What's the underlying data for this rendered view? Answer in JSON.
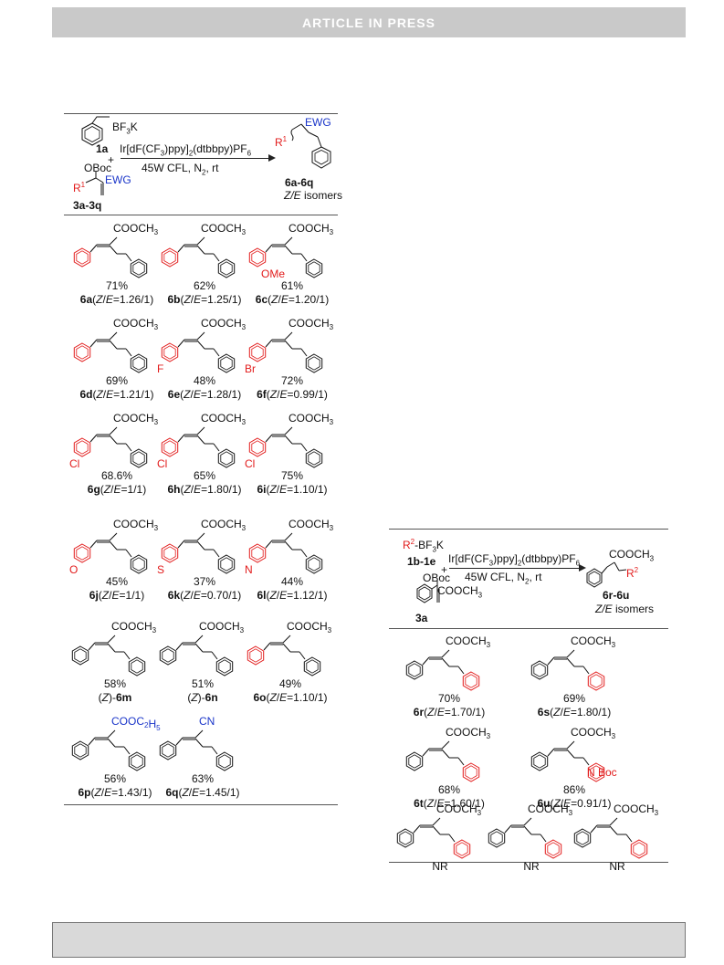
{
  "header": {
    "banner": "ARTICLE IN PRESS"
  },
  "scheme_left": {
    "reagent_label": "BF3K",
    "reagent_id": "1a",
    "plus": "+",
    "conditions_top": "Ir[dF(CF3)ppy]2(dtbbpy)PF6",
    "conditions_bottom": "45W CFL, N2, rt",
    "substrate_obox": "OBoc",
    "substrate_r": "R1",
    "substrate_ewg": "EWG",
    "substrate_id": "3a-3q",
    "product_ewg": "EWG",
    "product_r": "R1",
    "product_id": "6a-6q",
    "product_note": "Z/E isomers",
    "compounds": [
      {
        "group": "COOCH3",
        "sub": "",
        "yield": "71%",
        "id": "6a",
        "ratio": "1.26/1"
      },
      {
        "group": "COOCH3",
        "sub": "",
        "yield": "62%",
        "id": "6b",
        "ratio": "1.25/1"
      },
      {
        "group": "COOCH3",
        "sub": "OMe",
        "yield": "61%",
        "id": "6c",
        "ratio": "1.20/1"
      },
      {
        "group": "COOCH3",
        "sub": "",
        "yield": "69%",
        "id": "6d",
        "ratio": "1.21/1"
      },
      {
        "group": "COOCH3",
        "sub": "F",
        "yield": "48%",
        "id": "6e",
        "ratio": "1.28/1"
      },
      {
        "group": "COOCH3",
        "sub": "Br",
        "yield": "72%",
        "id": "6f",
        "ratio": "0.99/1"
      },
      {
        "group": "COOCH3",
        "sub": "Cl",
        "yield": "68.6%",
        "id": "6g",
        "ratio": "1/1"
      },
      {
        "group": "COOCH3",
        "sub": "Cl",
        "yield": "65%",
        "id": "6h",
        "ratio": "1.80/1"
      },
      {
        "group": "COOCH3",
        "sub": "Cl",
        "yield": "75%",
        "id": "6i",
        "ratio": "1.10/1"
      },
      {
        "group": "COOCH3",
        "sub": "O",
        "yield": "45%",
        "id": "6j",
        "ratio": "1/1"
      },
      {
        "group": "COOCH3",
        "sub": "S",
        "yield": "37%",
        "id": "6k",
        "ratio": "0.70/1"
      },
      {
        "group": "COOCH3",
        "sub": "N",
        "yield": "44%",
        "id": "6l",
        "ratio": "1.12/1"
      },
      {
        "group": "COOCH3",
        "sub": "",
        "yield": "58%",
        "id": "6m",
        "ratio": "",
        "prefix": "(Z)-"
      },
      {
        "group": "COOCH3",
        "sub": "",
        "yield": "51%",
        "id": "6n",
        "ratio": "",
        "prefix": "(Z)-"
      },
      {
        "group": "COOCH3",
        "sub": "",
        "yield": "49%",
        "id": "6o",
        "ratio": "1.10/1"
      },
      {
        "group": "COOC2H5",
        "sub": "",
        "yield": "56%",
        "id": "6p",
        "ratio": "1.43/1"
      },
      {
        "group": "CN",
        "sub": "",
        "yield": "63%",
        "id": "6q",
        "ratio": "1.45/1"
      }
    ]
  },
  "scheme_right": {
    "reagent_label": "R2-BF3K",
    "reagent_id": "1b-1e",
    "plus": "+",
    "conditions_top": "Ir[dF(CF3)ppy]2(dtbbpy)PF6",
    "conditions_bottom": "45W CFL, N2, rt",
    "substrate_obox": "OBoc",
    "substrate_cooch3": "COOCH3",
    "substrate_id": "3a",
    "product_group": "COOCH3",
    "product_r": "R2",
    "product_id": "6r-6u",
    "product_note": "Z/E isomers",
    "compounds": [
      {
        "group": "COOCH3",
        "sub": "",
        "yield": "70%",
        "id": "6r",
        "ratio": "1.70/1"
      },
      {
        "group": "COOCH3",
        "sub": "",
        "yield": "69%",
        "id": "6s",
        "ratio": "1.80/1"
      },
      {
        "group": "COOCH3",
        "sub": "",
        "yield": "68%",
        "id": "6t",
        "ratio": "1.60/1"
      },
      {
        "group": "COOCH3",
        "sub": "N Boc",
        "yield": "86%",
        "id": "6u",
        "ratio": "0.91/1"
      },
      {
        "group": "COOCH3",
        "sub": "",
        "yield": "NR",
        "id": "",
        "ratio": ""
      },
      {
        "group": "COOCH3",
        "sub": "",
        "yield": "NR",
        "id": "",
        "ratio": ""
      },
      {
        "group": "COOCH3",
        "sub": "",
        "yield": "NR",
        "id": "",
        "ratio": ""
      }
    ]
  },
  "colors": {
    "highlight_red": "#e21b1b",
    "highlight_blue": "#1a35c9",
    "banner_gray": "#c9c9c9"
  }
}
